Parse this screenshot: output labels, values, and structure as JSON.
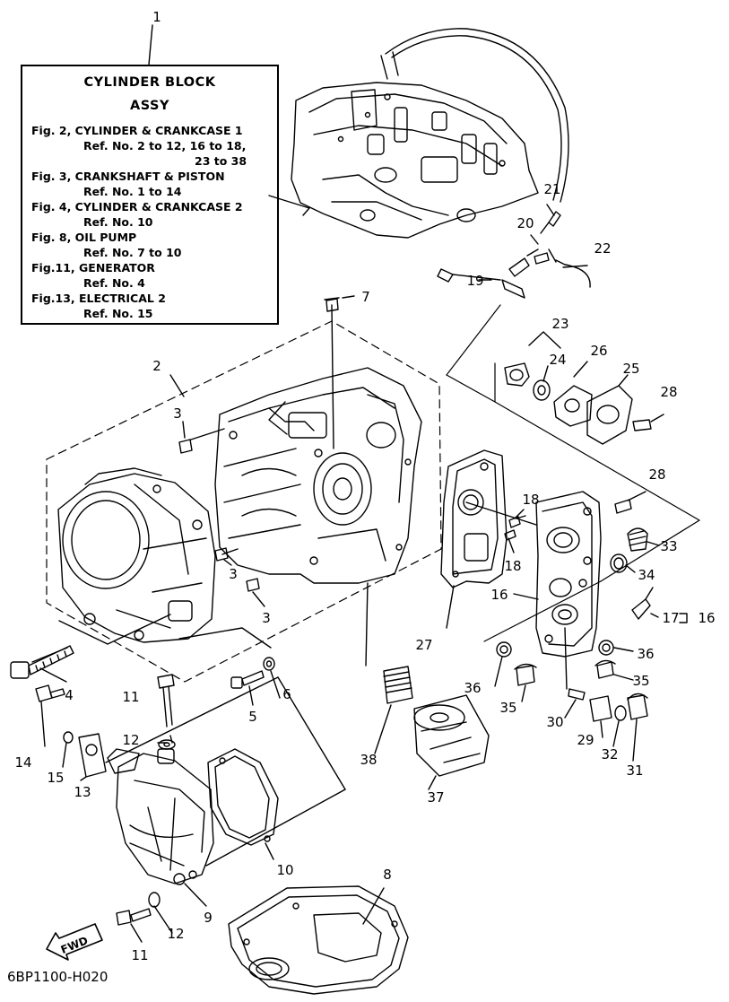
{
  "info_box": {
    "ref_number": "1",
    "title_line1": "CYLINDER BLOCK",
    "title_line2": "ASSY",
    "lines": [
      "Fig. 2, CYLINDER & CRANKCASE 1",
      "Ref. No. 2 to 12, 16 to 18,",
      "23 to 38",
      "Fig. 3, CRANKSHAFT & PISTON",
      "Ref. No. 1 to 14",
      "Fig. 4, CYLINDER & CRANKCASE 2",
      "Ref. No. 10",
      "Fig. 8, OIL PUMP",
      "Ref. No. 7 to 10",
      "Fig.11, GENERATOR",
      "Ref. No. 4",
      "Fig.13, ELECTRICAL 2",
      "Ref. No. 15"
    ]
  },
  "part_labels": [
    "2",
    "3",
    "3",
    "3",
    "4",
    "5",
    "6",
    "7",
    "8",
    "9",
    "10",
    "11",
    "11",
    "12",
    "12",
    "13",
    "14",
    "15",
    "16",
    "16",
    "17",
    "16",
    "18",
    "18",
    "19",
    "20",
    "21",
    "22",
    "23",
    "24",
    "25",
    "26",
    "27",
    "28",
    "28",
    "29",
    "30",
    "31",
    "32",
    "33",
    "34",
    "35",
    "35",
    "36",
    "36",
    "37",
    "38"
  ],
  "fwd_label": "FWD",
  "diagram_code": "6BP1100-H020"
}
